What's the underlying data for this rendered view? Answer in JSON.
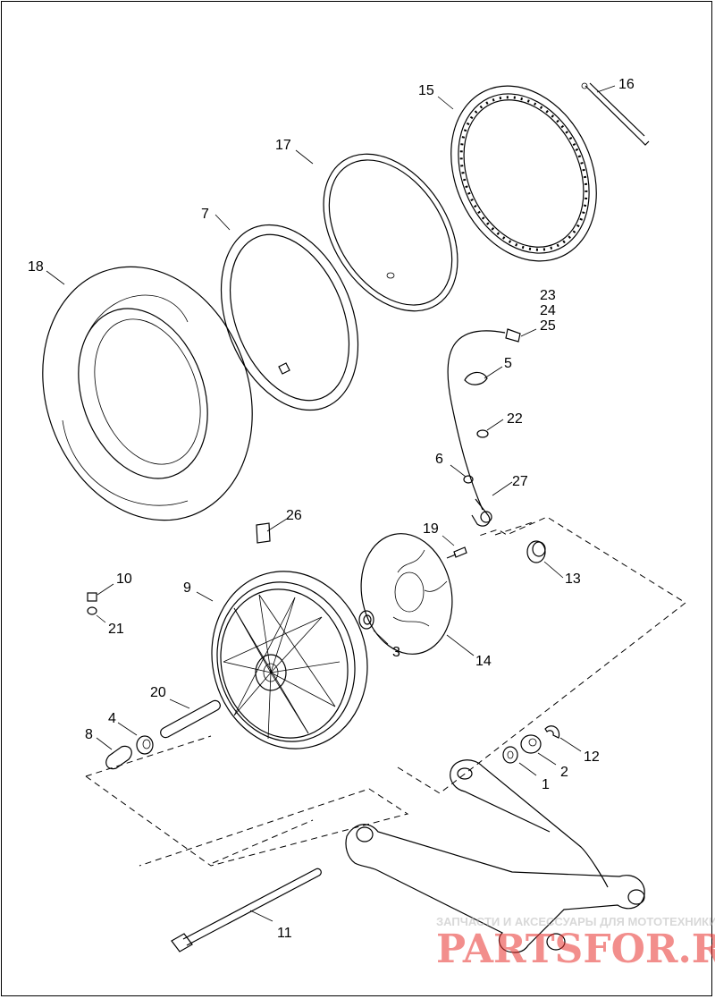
{
  "callouts": {
    "c1": "1",
    "c2": "2",
    "c3": "3",
    "c4": "4",
    "c5": "5",
    "c6": "6",
    "c7": "7",
    "c8": "8",
    "c9": "9",
    "c10": "10",
    "c11": "11",
    "c12": "12",
    "c13": "13",
    "c14": "14",
    "c15": "15",
    "c16": "16",
    "c17": "17",
    "c18": "18",
    "c19": "19",
    "c20": "20",
    "c21": "21",
    "c22": "22",
    "c23": "23",
    "c24": "24",
    "c25": "25",
    "c26": "26",
    "c27": "27"
  },
  "watermark": {
    "tagline": "ЗАПЧАСТИ И АКСЕССУАРЫ ДЛЯ МОТОТЕХНИКИ",
    "brand": "PARTSFOR.RU",
    "color": "#e8322f"
  }
}
